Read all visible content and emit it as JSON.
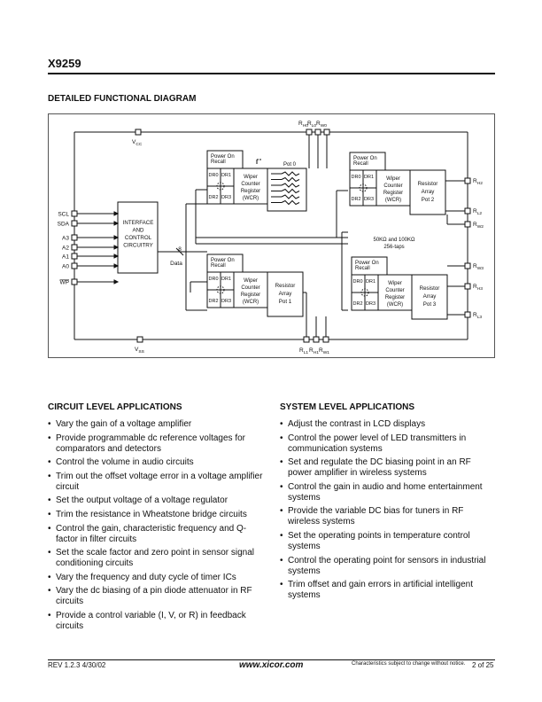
{
  "header": {
    "part_number": "X9259"
  },
  "section": {
    "title": "DETAILED FUNCTIONAL DIAGRAM"
  },
  "diagram": {
    "vcc": "VCC",
    "vss": "VSS",
    "inputs": [
      "SCL",
      "SDA",
      "A3",
      "A2",
      "A1",
      "A0",
      "WP"
    ],
    "interface_block": [
      "INTERFACE",
      "AND",
      "CONTROL",
      "CIRCUITRY"
    ],
    "bus_width": "8",
    "bus_label": "Data",
    "power_on_recall": [
      "Power On",
      "Recall"
    ],
    "data_registers": [
      "DR0",
      "DR1",
      "DR2",
      "DR3"
    ],
    "wcr": [
      "Wiper",
      "Counter",
      "Register",
      "(WCR)"
    ],
    "pot0_label": "Pot 0",
    "pot1": [
      "Resistor",
      "Array",
      "Pot 1"
    ],
    "pot2": [
      "Resistor",
      "Array",
      "Pot 2"
    ],
    "pot3": [
      "Resistor",
      "Array",
      "Pot 3"
    ],
    "taps_note": [
      "50KΩ and 100KΩ",
      "256-taps"
    ],
    "top_pins": [
      "RH0",
      "RL0",
      "RW0"
    ],
    "bottom_pins": [
      "RL1",
      "RH1",
      "RW1"
    ],
    "right_pins": [
      "RH2",
      "RL2",
      "RW2",
      "RW3",
      "RH3",
      "RL3"
    ]
  },
  "circuit_apps": {
    "title": "CIRCUIT LEVEL APPLICATIONS",
    "items": [
      "Vary the gain of a voltage amplifier",
      "Provide programmable dc reference voltages for comparators and detectors",
      "Control the volume in audio circuits",
      "Trim out the offset voltage error in a voltage amplifier circuit",
      "Set the output voltage of a voltage regulator",
      "Trim the resistance in Wheatstone bridge circuits",
      "Control the gain, characteristic frequency and Q-factor in filter circuits",
      "Set the scale factor and zero point in sensor signal conditioning circuits",
      "Vary the frequency and duty cycle of timer ICs",
      "Vary the dc biasing of a pin diode attenuator in RF circuits",
      "Provide a control variable (I, V, or R) in feedback circuits"
    ]
  },
  "system_apps": {
    "title": "SYSTEM LEVEL APPLICATIONS",
    "items": [
      "Adjust the contrast in LCD displays",
      "Control the power level of LED transmitters in communication systems",
      "Set and regulate the DC biasing point in an RF power amplifier in wireless systems",
      "Control the gain in audio and home entertainment systems",
      "Provide the variable DC bias for tuners in RF wireless systems",
      "Set the operating points in temperature control systems",
      "Control the operating point for sensors in industrial systems",
      "Trim offset and gain errors in artificial intelligent systems"
    ]
  },
  "footer": {
    "rev": "REV 1.2.3 4/30/02",
    "url": "www.xicor.com",
    "note": "Characteristics subject to change without notice.",
    "page": "2 of 25"
  }
}
